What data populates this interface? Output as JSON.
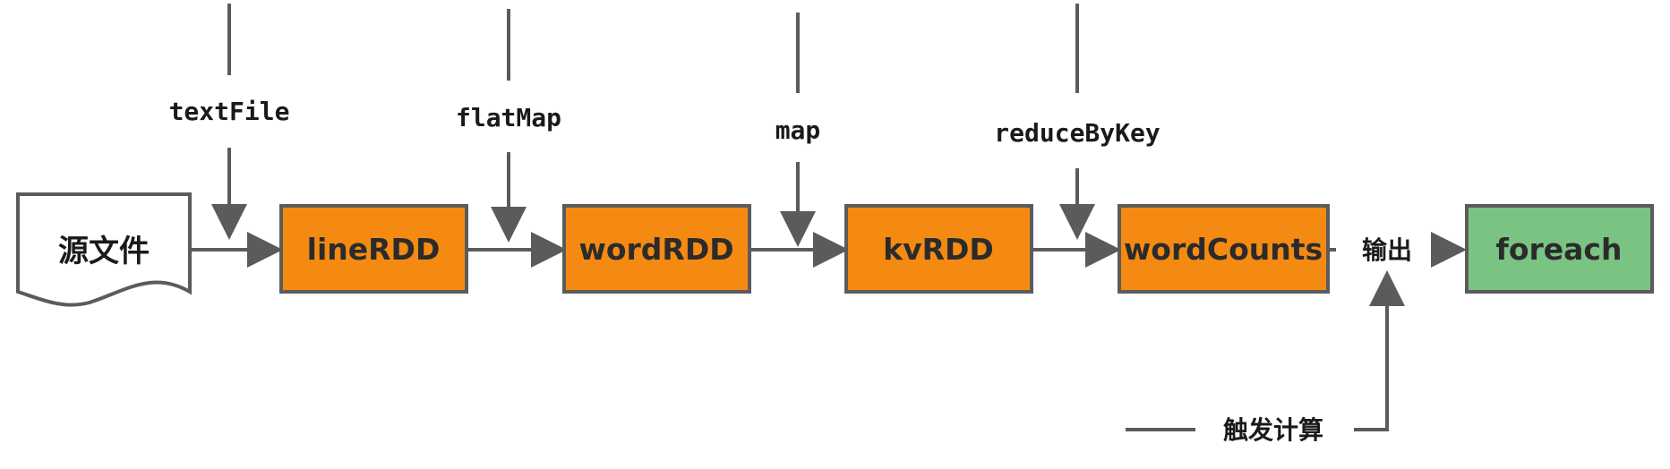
{
  "source": {
    "label": "源文件"
  },
  "nodes": [
    {
      "label": "lineRDD"
    },
    {
      "label": "wordRDD"
    },
    {
      "label": "kvRDD"
    },
    {
      "label": "wordCounts"
    },
    {
      "label": "foreach"
    }
  ],
  "operations": [
    {
      "label": "textFile"
    },
    {
      "label": "flatMap"
    },
    {
      "label": "map"
    },
    {
      "label": "reduceByKey"
    }
  ],
  "output_label": "输出",
  "trigger_label": "触发计算",
  "colors": {
    "rdd_fill": "#f58a13",
    "action_fill": "#7ac383",
    "border": "#5b5b5b",
    "arrow": "#5b5b5b"
  }
}
